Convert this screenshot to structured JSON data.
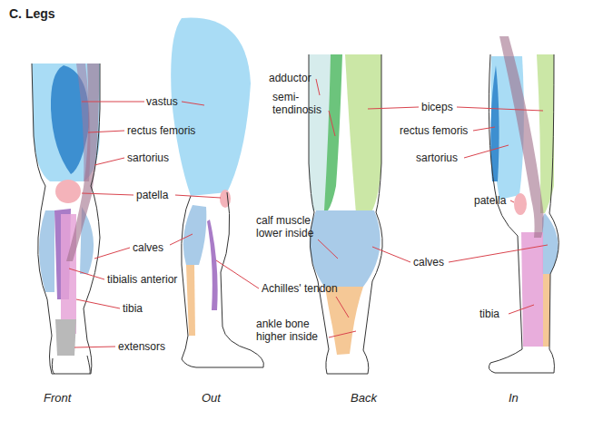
{
  "diagram": {
    "title": "C. Legs",
    "labels": [
      "vastus",
      "rectus femoris",
      "sartorius",
      "patella",
      "calves",
      "tibialis anterior",
      "tibia",
      "extensors",
      "adductor",
      "semi- tendinosis",
      "biceps",
      "rectus femoris",
      "sartorius",
      "patella",
      "calf muscle lower inside",
      "calves",
      "Achilles' tendon",
      "ankle bone higher inside",
      "tibia",
      "Front",
      "Out",
      "Back",
      "In"
    ]
  }
}
